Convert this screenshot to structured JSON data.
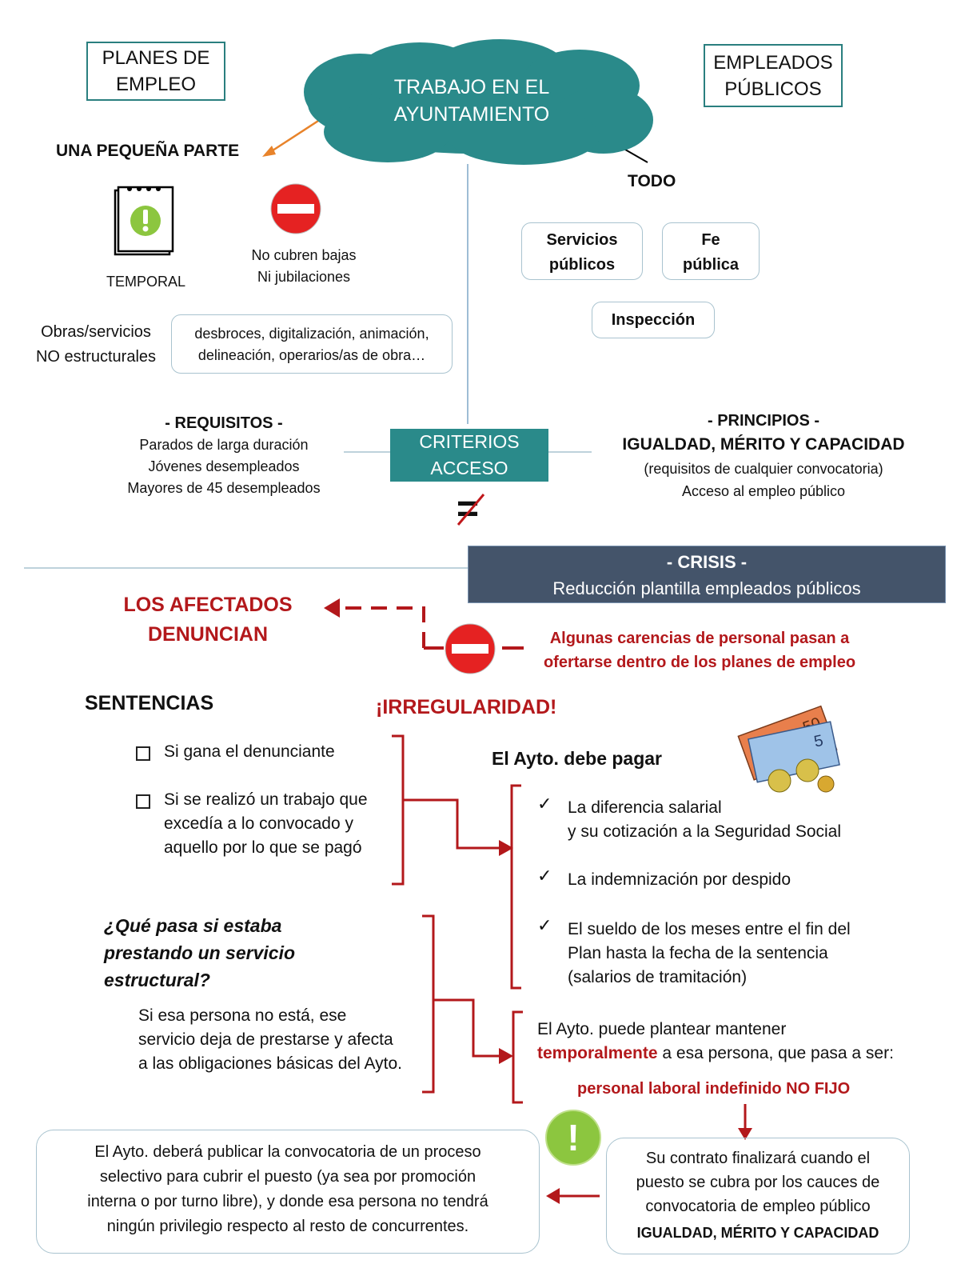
{
  "center_cloud": {
    "line1": "TRABAJO EN EL",
    "line2": "AYUNTAMIENTO"
  },
  "left_header": {
    "line1": "PLANES DE",
    "line2": "EMPLEO"
  },
  "right_header": {
    "line1": "EMPLEADOS",
    "line2": "PÚBLICOS"
  },
  "left": {
    "pequena": "UNA PEQUEÑA PARTE",
    "temporal": "TEMPORAL",
    "no_cubren_1": "No cubren bajas",
    "no_cubren_2": "Ni jubilaciones",
    "obras_1": "Obras/servicios",
    "obras_2": "NO estructurales",
    "ejemplos_1": "desbroces, digitalización, animación,",
    "ejemplos_2": "delineación, operarios/as de obra…"
  },
  "right": {
    "todo": "TODO",
    "servicios_1": "Servicios",
    "servicios_2": "públicos",
    "fe_1": "Fe",
    "fe_2": "pública",
    "inspeccion": "Inspección"
  },
  "requisitos": {
    "title": "- REQUISITOS -",
    "items": [
      "Parados de larga duración",
      "Jóvenes desempleados",
      "Mayores de 45 desempleados"
    ]
  },
  "criterios": {
    "line1": "CRITERIOS",
    "line2": "ACCESO",
    "symbol": "="
  },
  "principios": {
    "title": "- PRINCIPIOS -",
    "subtitle": "IGUALDAD, MÉRITO Y CAPACIDAD",
    "line1": "(requisitos de cualquier convocatoria)",
    "line2": "Acceso al empleo público"
  },
  "crisis": {
    "title": "- CRISIS -",
    "subtitle": "Reducción plantilla empleados públicos"
  },
  "afectados": {
    "line1": "LOS AFECTADOS",
    "line2": "DENUNCIAN"
  },
  "carencias": {
    "line1": "Algunas carencias de personal pasan a",
    "line2": "ofertarse dentro de los planes de empleo"
  },
  "sentencias": {
    "title": "SENTENCIAS",
    "item1": "Si gana el denunciante",
    "item2_1": "Si se realizó un trabajo que",
    "item2_2": "excedía a lo convocado y",
    "item2_3": "aquello por lo que se pagó"
  },
  "irregularidad": "¡IRREGULARIDAD!",
  "ayto_pagar": {
    "title": "El Ayto. debe pagar",
    "item1_1": "La diferencia salarial",
    "item1_2": "y su cotización a la Seguridad Social",
    "item2": "La indemnización por despido",
    "item3_1": "El sueldo de los meses entre el fin del",
    "item3_2": "Plan hasta la fecha de la sentencia",
    "item3_3": "(salarios de tramitación)"
  },
  "money": {
    "note1": "50",
    "note2": "5"
  },
  "estructural": {
    "q1": "¿Qué pasa si estaba",
    "q2": "prestando un servicio",
    "q3": "estructural?",
    "a1": "Si esa persona no está, ese",
    "a2": "servicio deja de prestarse y afecta",
    "a3": "a las obligaciones básicas del Ayto."
  },
  "mantener": {
    "line1": "El Ayto. puede plantear mantener",
    "temp": "temporalmente",
    "rest": " a esa persona,  que pasa a ser:",
    "indefinido": "personal laboral indefinido NO FIJO"
  },
  "contrato": {
    "line1": "Su contrato finalizará cuando el",
    "line2": "puesto se cubra por los cauces de",
    "line3": "convocatoria de empleo público",
    "line4": "IGUALDAD, MÉRITO Y CAPACIDAD"
  },
  "publicar": {
    "line1": "El Ayto. deberá publicar la convocatoria de un proceso",
    "line2": "selectivo para cubrir el puesto (ya sea por promoción",
    "line3": "interna o por turno libre), y donde esa persona no tendrá",
    "line4": "ningún privilegio respecto al resto de concurrentes."
  },
  "icons": {
    "exclamation": "!"
  },
  "colors": {
    "teal": "#2a8a8a",
    "dark_red": "#b3181b",
    "slate": "#44546a",
    "green": "#8cc63f",
    "orange": "#e8832a"
  }
}
